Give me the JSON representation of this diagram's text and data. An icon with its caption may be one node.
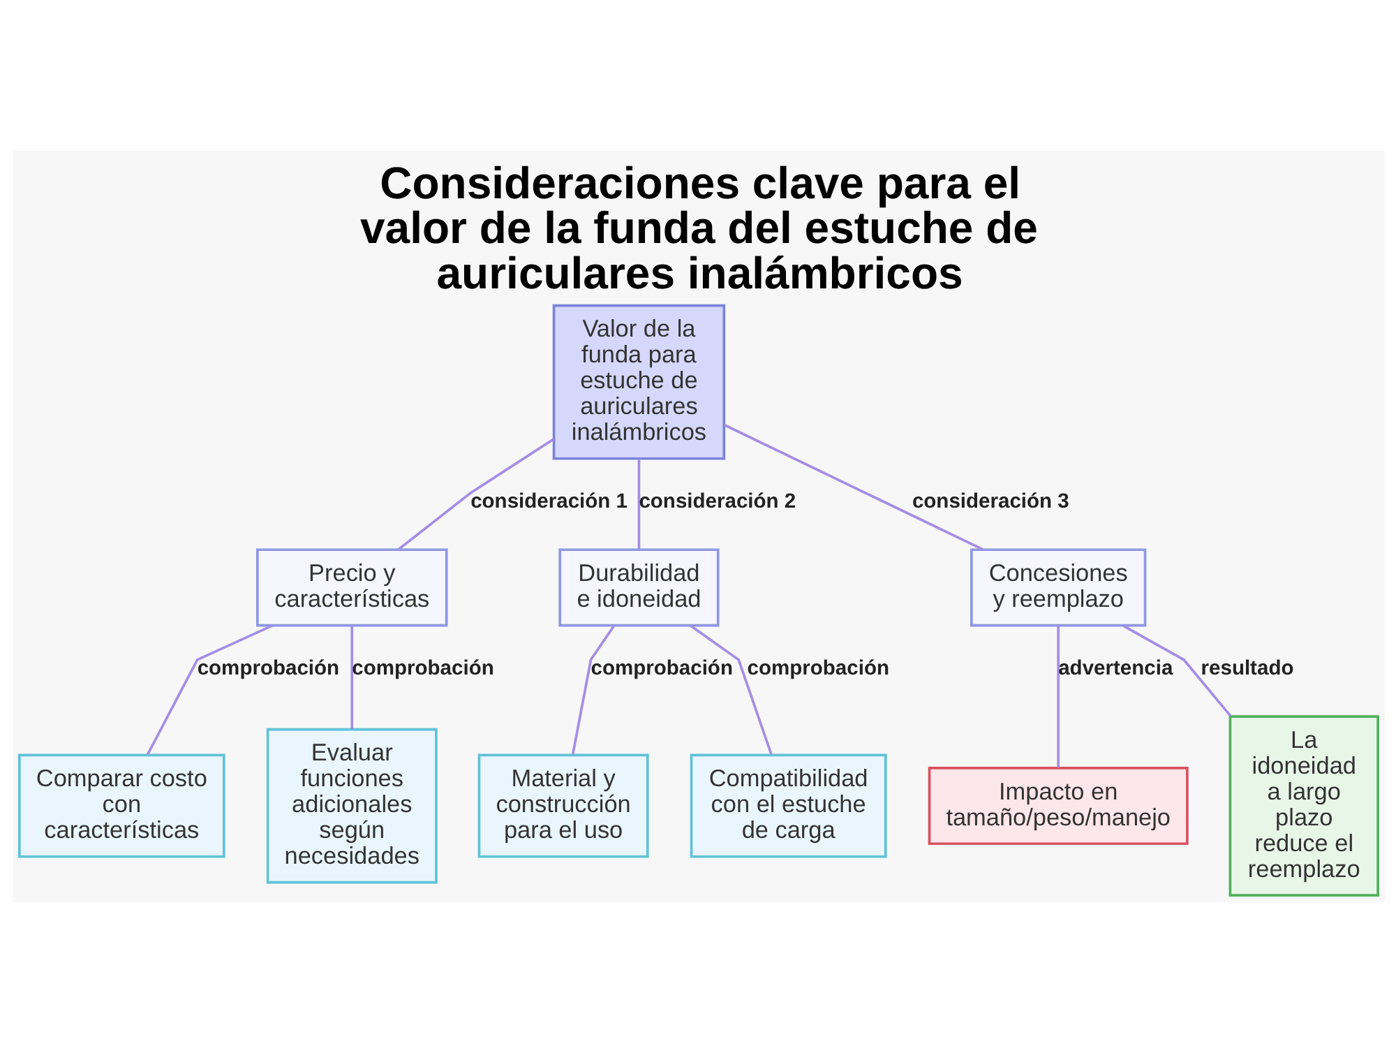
{
  "diagram": {
    "title": "Consideraciones clave para el valor de la funda del estuche de auriculares inalámbricos",
    "nodes": [
      {
        "text": [
          "Valor de la funda para estuche de auriculares inalámbricos"
        ]
      },
      {
        "text": [
          "Precio y características"
        ]
      },
      {
        "text": [
          "Durabilidad e idoneidad"
        ]
      },
      {
        "text": [
          "Concesiones y reemplazo"
        ]
      },
      {
        "text": [
          "Comparar costo con características"
        ]
      },
      {
        "text": [
          "Evaluar funciones adicionales según necesidades"
        ]
      },
      {
        "text": [
          "Material y construcción para el uso"
        ]
      },
      {
        "text": [
          "Compatibilidad con el estuche de carga"
        ]
      },
      {
        "text": [
          "Impacto en tamaño/peso/manejo"
        ]
      },
      {
        "text": [
          "La idoneidad a largo plazo reduce el reemplazo"
        ]
      }
    ],
    "edges": [
      {
        "from": 0,
        "to": 1,
        "arrow": "none",
        "label": "consideración 1"
      },
      {
        "from": 0,
        "to": 2,
        "arrow": "none",
        "label": "consideración 2"
      },
      {
        "from": 0,
        "to": 3,
        "arrow": "none",
        "label": "consideración 3"
      },
      {
        "from": 1,
        "to": 4,
        "arrow": "none",
        "label": "comprobación"
      },
      {
        "from": 1,
        "to": 5,
        "arrow": "none",
        "label": "comprobación"
      },
      {
        "from": 2,
        "to": 6,
        "arrow": "none",
        "label": "comprobación"
      },
      {
        "from": 2,
        "to": 7,
        "arrow": "none",
        "label": "comprobación"
      },
      {
        "from": 3,
        "to": 8,
        "arrow": "none",
        "label": "advertencia"
      },
      {
        "from": 3,
        "to": 9,
        "arrow": "none",
        "label": "resultado"
      }
    ]
  }
}
